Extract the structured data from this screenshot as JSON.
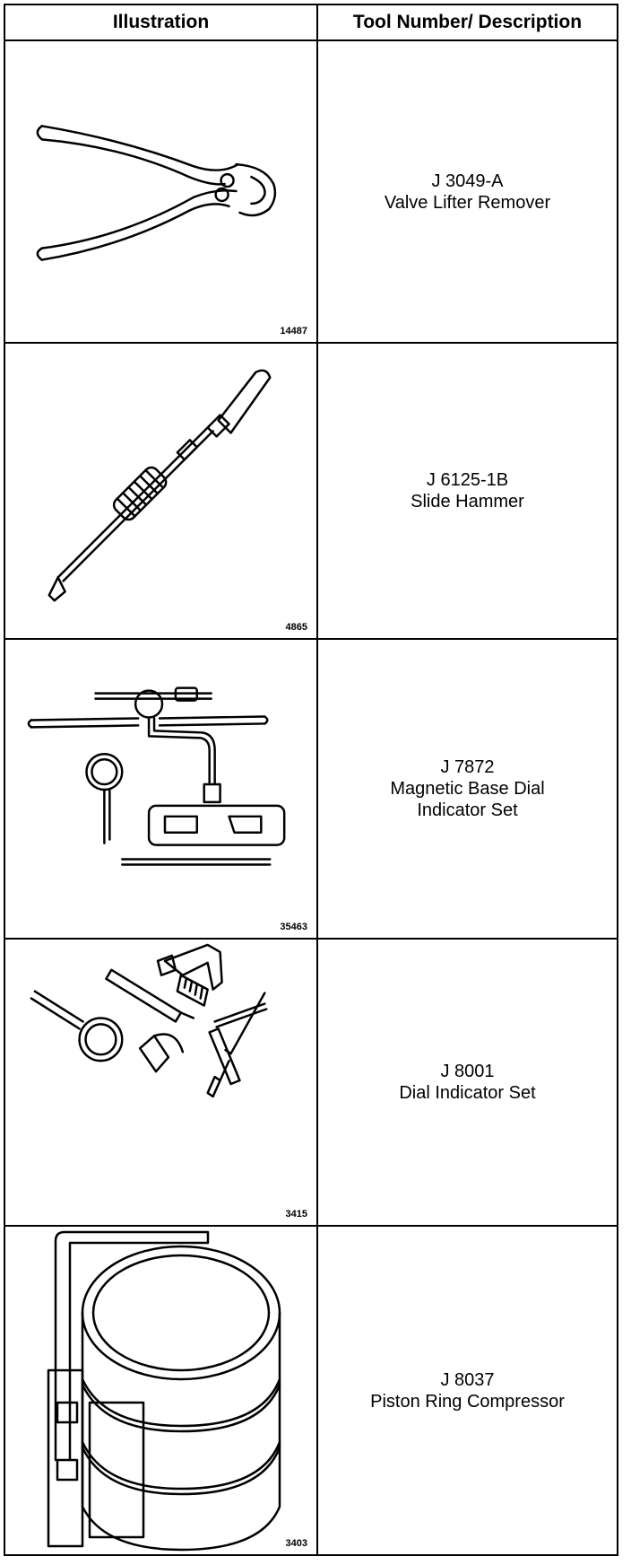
{
  "header": {
    "illustration": "Illustration",
    "tool": "Tool Number/ Description"
  },
  "rows": [
    {
      "figure": "14487",
      "number": "J 3049-A",
      "desc_lines": [
        "Valve Lifter Remover"
      ],
      "icon": "pliers-icon"
    },
    {
      "figure": "4865",
      "number": "J 6125-1B",
      "desc_lines": [
        "Slide Hammer"
      ],
      "icon": "slide-hammer-icon"
    },
    {
      "figure": "35463",
      "number": "J 7872",
      "desc_lines": [
        "Magnetic Base Dial",
        "Indicator Set"
      ],
      "icon": "magnetic-base-dial-icon"
    },
    {
      "figure": "3415",
      "number": "J 8001",
      "desc_lines": [
        "Dial Indicator Set"
      ],
      "icon": "dial-indicator-set-icon"
    },
    {
      "figure": "3403",
      "number": "J 8037",
      "desc_lines": [
        "Piston Ring Compressor"
      ],
      "icon": "piston-ring-compressor-icon"
    }
  ]
}
